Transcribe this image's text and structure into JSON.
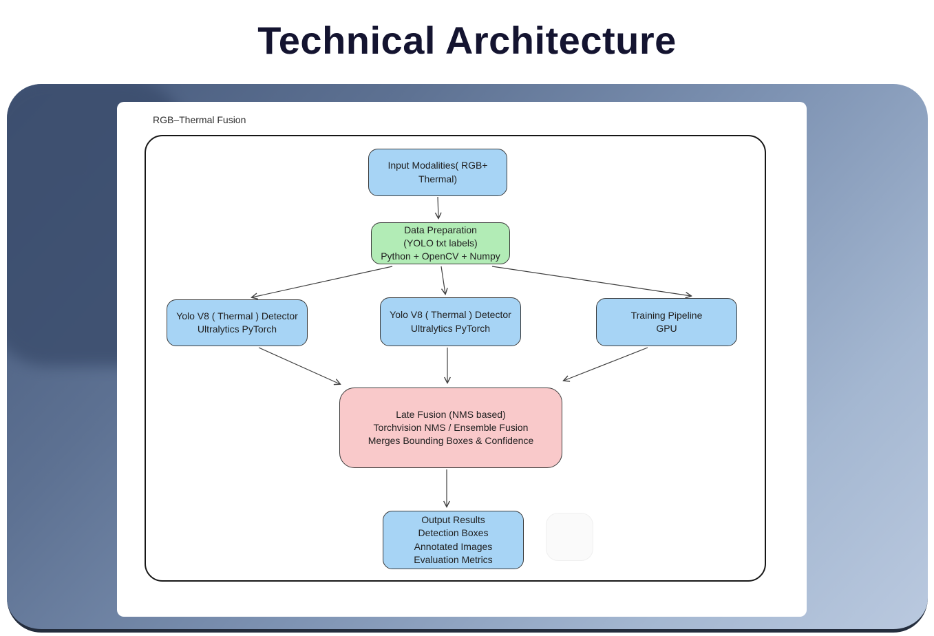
{
  "title": "Technical Architecture",
  "diagram": {
    "label": "RGB–Thermal Fusion",
    "nodes": {
      "input": {
        "text": "Input Modalities( RGB+\nThermal)"
      },
      "prep": {
        "text": "Data Preparation\n(YOLO txt labels)\nPython + OpenCV + Numpy"
      },
      "yolo_left": {
        "text": "Yolo V8 ( Thermal ) Detector\nUltralytics PyTorch"
      },
      "yolo_center": {
        "text": "Yolo V8 ( Thermal ) Detector\nUltralytics PyTorch"
      },
      "training": {
        "text": "Training Pipeline\nGPU"
      },
      "fusion": {
        "text": "Late Fusion (NMS based)\nTorchvision NMS / Ensemble Fusion\nMerges Bounding Boxes & Confidence"
      },
      "output": {
        "text": "Output Results\nDetection Boxes\nAnnotated Images\nEvaluation Metrics"
      }
    }
  },
  "colors": {
    "node_blue": "#a7d4f5",
    "node_green": "#b2ecb6",
    "node_pink": "#f9c9ca",
    "title_text": "#141430",
    "stage_gradient_dark": "#45587a",
    "stage_gradient_light": "#bac9df",
    "frame_border": "#161616"
  }
}
